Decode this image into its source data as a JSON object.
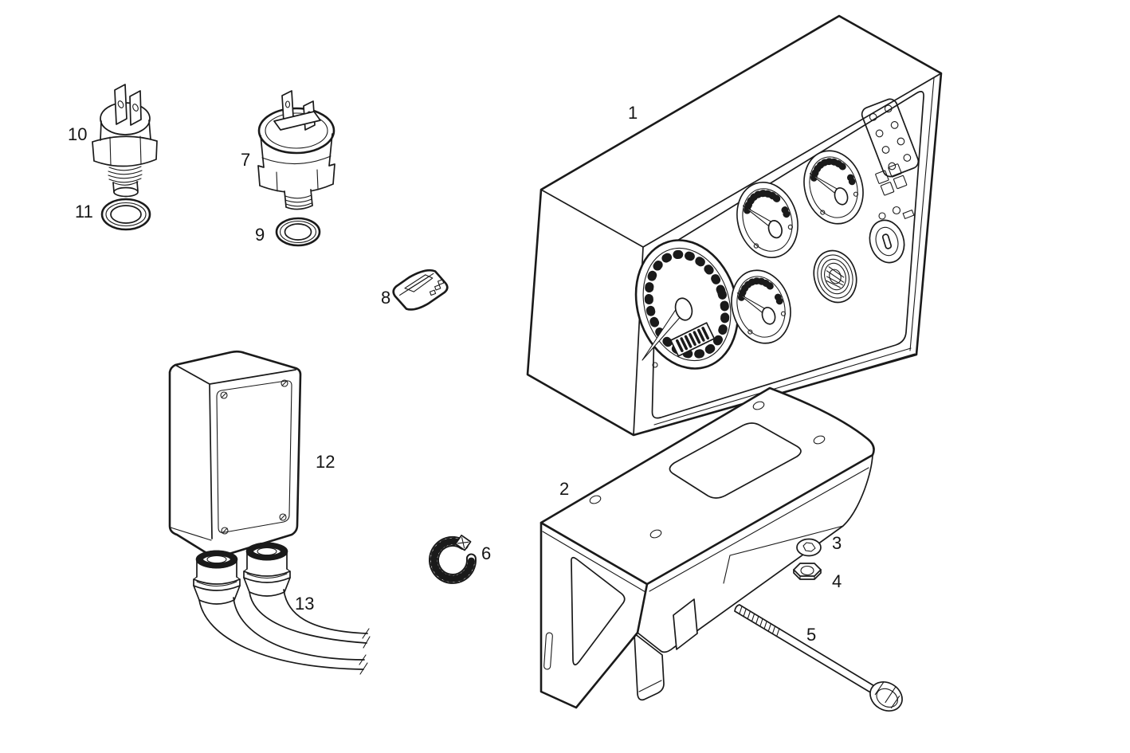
{
  "palette": {
    "background": "#ffffff",
    "line": "#1a1a1a"
  },
  "callouts": [
    "1",
    "2",
    "3",
    "4",
    "5",
    "6",
    "7",
    "8",
    "9",
    "10",
    "11",
    "12",
    "13"
  ]
}
